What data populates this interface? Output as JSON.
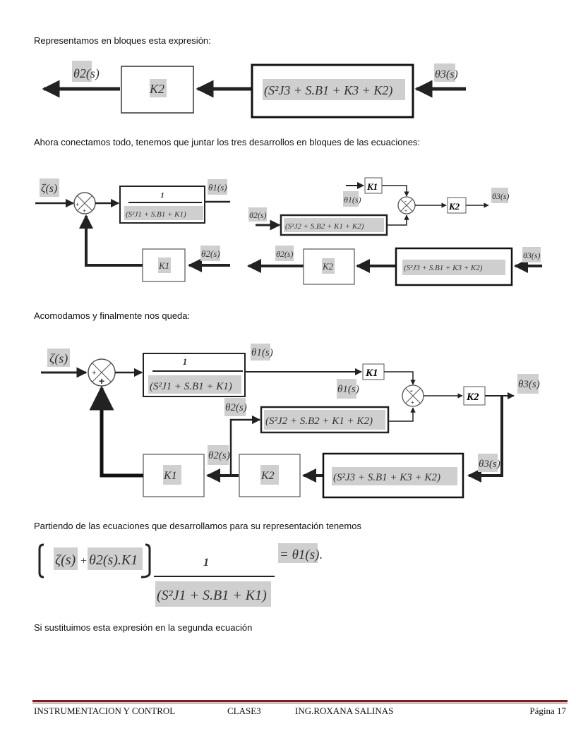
{
  "paragraphs": {
    "p1": "Representamos en bloques esta expresión:",
    "p2": "Ahora conectamos todo, tenemos que juntar los tres desarrollos en bloques de las ecuaciones:",
    "p3": "Acomodamos y finalmente nos queda:",
    "p4": "Partiendo de las ecuaciones que desarrollamos para su representación tenemos",
    "p5": "Si sustituimos esta expresión en la segunda ecuación"
  },
  "diagram1": {
    "out_label": "θ2(s)",
    "in_label": "θ3(s)",
    "gain": "K2",
    "block": "(S²J3 + S.B1 + K3 + K2)"
  },
  "diagram2": {
    "left": {
      "input": "ζ(s)",
      "sum_signs": [
        "+",
        "+"
      ],
      "numerator": "1",
      "denominator": "(S²J1 + S.B1 + K1)",
      "output": "θ1(s)",
      "feedback_gain": "K1",
      "feedback_input": "θ2(s)"
    },
    "right_top": {
      "k1": "K1",
      "k1_input": "θ1(s)",
      "theta2_input": "θ2(s)",
      "block": "(S²J2 + S.B2 + K1 + K2)",
      "sum_signs": [
        "-",
        "+"
      ],
      "k2": "K2",
      "output": "θ3(s)"
    },
    "right_bottom": {
      "out_label": "θ2(s)",
      "gain": "K2",
      "block": "(S²J3 + S.B1 + K3 + K2)",
      "in_label": "θ3(s)"
    }
  },
  "diagram3": {
    "input": "ζ(s)",
    "sum1_signs": [
      "+",
      "+"
    ],
    "numerator": "1",
    "denominator": "(S²J1 + S.B1 + K1)",
    "theta1_top": "θ1(s)",
    "theta1_mid": "θ1(s)",
    "k1_small": "K1",
    "sum2_signs": [
      "-",
      "+"
    ],
    "k2_small": "K2",
    "theta3_out": "θ3(s)",
    "theta2_mid": "θ2(s)",
    "block2": "(S²J2 + S.B2 + K1 + K2)",
    "k1_big": "K1",
    "theta2_low": "θ2(s)",
    "k2_big": "K2",
    "block3": "(S²J3 + S.B1 + K3 + K2)",
    "theta3_low": "θ3(s)"
  },
  "equation": {
    "bracket_open": "[",
    "zeta": "ζ(s)",
    "plus": "+",
    "theta_k": "θ2(s).K1",
    "bracket_close": "]",
    "numerator": "1",
    "denominator": "(S²J1 + S.B1 + K1)",
    "result": "= θ1(s)."
  },
  "footer": {
    "course": "INSTRUMENTACION Y CONTROL",
    "class": "CLASE3",
    "author": "ING.ROXANA SALINAS",
    "page": "Página 17"
  },
  "colors": {
    "footer_rule": "#7a1f22",
    "highlight": "#cfcfcf"
  }
}
